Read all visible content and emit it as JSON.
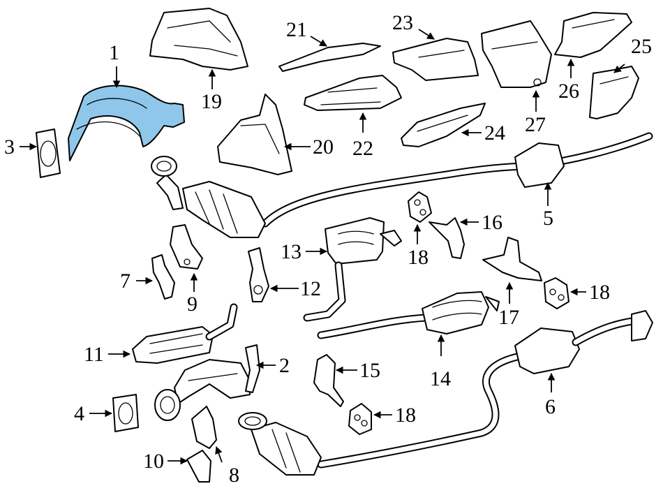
{
  "highlight_color": "#8fc7ea",
  "callouts": {
    "c1": "1",
    "c2": "2",
    "c3": "3",
    "c4": "4",
    "c5": "5",
    "c6": "6",
    "c7": "7",
    "c8": "8",
    "c9": "9",
    "c10": "10",
    "c11": "11",
    "c12": "12",
    "c13": "13",
    "c14": "14",
    "c15": "15",
    "c16": "16",
    "c17": "17",
    "c18a": "18",
    "c18b": "18",
    "c18c": "18",
    "c19": "19",
    "c20": "20",
    "c21": "21",
    "c22": "22",
    "c23": "23",
    "c24": "24",
    "c25": "25",
    "c26": "26",
    "c27": "27"
  }
}
